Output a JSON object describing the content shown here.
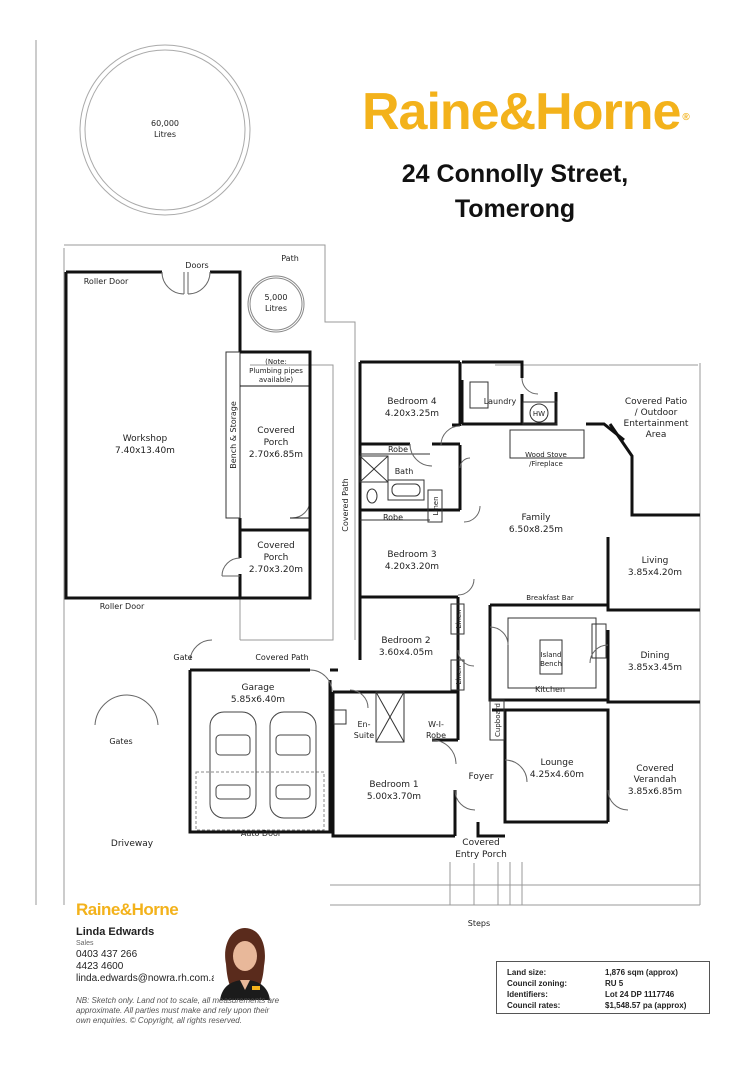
{
  "brand": {
    "name": "Raine&Horne",
    "mark": "®",
    "color": "#f3b21b"
  },
  "address": {
    "line1": "24 Connolly Street,",
    "line2": "Tomerong"
  },
  "tanks": {
    "large": [
      "60,000",
      "Litres"
    ],
    "small": [
      "5,000",
      "Litres"
    ]
  },
  "rooms": {
    "workshop": [
      "Workshop",
      "7.40x13.40m"
    ],
    "covered_porch_1": [
      "Covered",
      "Porch",
      "2.70x6.85m"
    ],
    "covered_porch_2": [
      "Covered",
      "Porch",
      "2.70x3.20m"
    ],
    "bedroom4": [
      "Bedroom 4",
      "4.20x3.25m"
    ],
    "bedroom3": [
      "Bedroom 3",
      "4.20x3.20m"
    ],
    "bedroom2": [
      "Bedroom 2",
      "3.60x4.05m"
    ],
    "bedroom1": [
      "Bedroom 1",
      "5.00x3.70m"
    ],
    "garage": [
      "Garage",
      "5.85x6.40m"
    ],
    "family": [
      "Family",
      "6.50x8.25m"
    ],
    "living": [
      "Living",
      "3.85x4.20m"
    ],
    "dining": [
      "Dining",
      "3.85x3.45m"
    ],
    "lounge": [
      "Lounge",
      "4.25x4.60m"
    ],
    "covered_verandah": [
      "Covered",
      "Verandah",
      "3.85x6.85m"
    ],
    "covered_patio": [
      "Covered Patio",
      "/ Outdoor",
      "Entertainment",
      "Area"
    ],
    "covered_entry": [
      "Covered",
      "Entry Porch"
    ],
    "ensuite": [
      "En-",
      "Suite"
    ],
    "wirobe": [
      "W-I-",
      "Robe"
    ],
    "note": [
      "(Note:",
      "Plumbing pipes",
      "available)"
    ],
    "wood_stove": [
      "Wood Stove",
      "/Fireplace"
    ],
    "island": [
      "Island",
      "Bench"
    ]
  },
  "labels": {
    "roller_door_top": "Roller Door",
    "roller_door_bottom": "Roller Door",
    "doors": "Doors",
    "path": "Path",
    "bench_storage": "Bench & Storage",
    "covered_path_v": "Covered Path",
    "covered_path_h": "Covered Path",
    "laundry": "Laundry",
    "hw": "HW",
    "robe_upper": "Robe",
    "robe_lower": "Robe",
    "bath": "Bath",
    "linen_1": "Linen",
    "linen_2": "Linen",
    "linen_3": "Linen",
    "breakfast_bar": "Breakfast Bar",
    "kitchen": "Kitchen",
    "cupboard": "Cupboard",
    "foyer": "Foyer",
    "gate": "Gate",
    "gates": "Gates",
    "auto_door": "Auto Door",
    "driveway": "Driveway",
    "steps": "Steps"
  },
  "agent": {
    "name": "Linda Edwards",
    "title": "Sales",
    "phone1": "0403 437 266",
    "phone2": "4423 4600",
    "email": "linda.edwards@nowra.rh.com.au"
  },
  "disclaimer": "NB: Sketch only. Land not to scale, all measurements are approximate. All parties must make and rely upon their own enquiries. © Copyright, all rights reserved.",
  "property_info": [
    {
      "label": "Land size:",
      "value": "1,876 sqm (approx)"
    },
    {
      "label": "Council zoning:",
      "value": "RU 5"
    },
    {
      "label": "Identifiers:",
      "value": "Lot 24 DP 1117746"
    },
    {
      "label": "Council rates:",
      "value": "$1,548.57 pa (approx)"
    }
  ]
}
